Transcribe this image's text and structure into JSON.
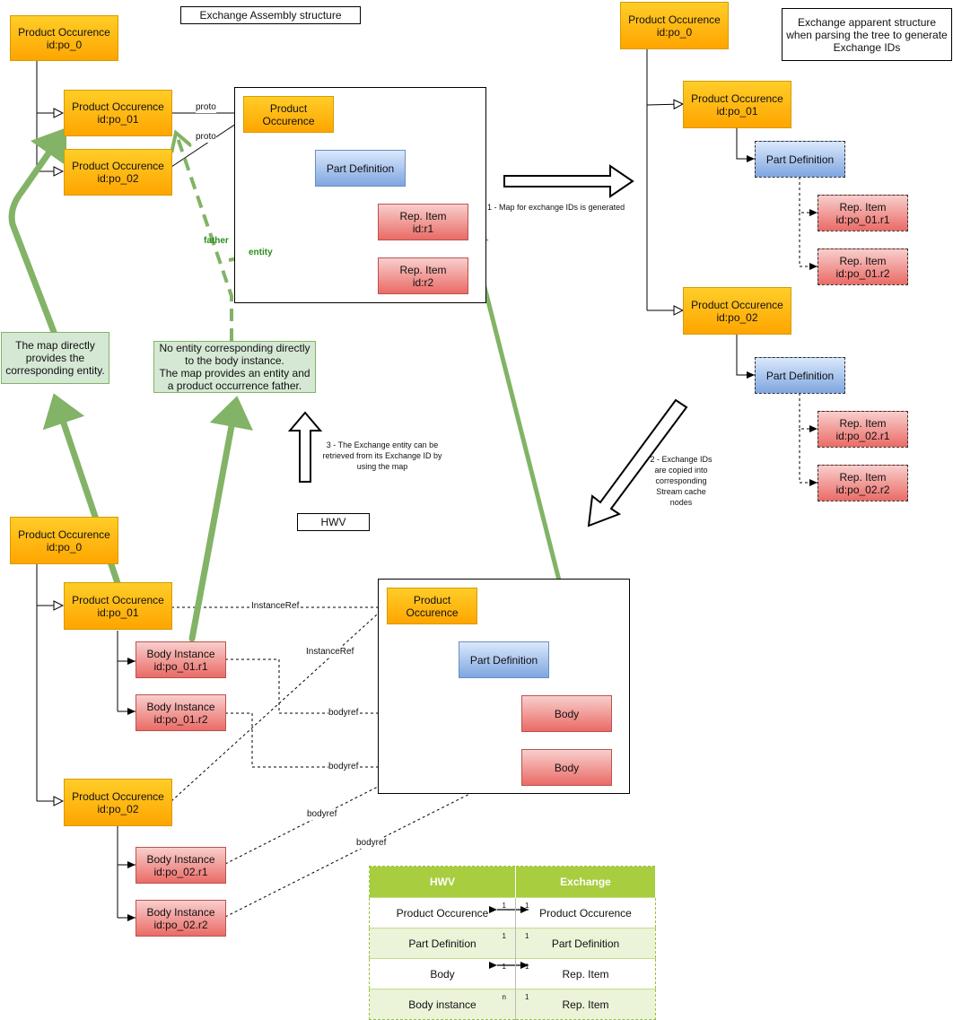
{
  "titles": {
    "assembly": "Exchange Assembly structure",
    "apparent": "Exchange apparent structure\nwhen parsing the tree to generate\nExchange IDs",
    "hwv": "HWV"
  },
  "nodes": {
    "top_po0": "Product Occurence\nid:po_0",
    "top_po01": "Product Occurence\nid:po_01",
    "top_po02": "Product Occurence\nid:po_02",
    "proto_po": "Product\nOccurence",
    "proto_pd": "Part Definition",
    "proto_r1": "Rep. Item\nid:r1",
    "proto_r2": "Rep. Item\nid:r2",
    "app_po0": "Product Occurence\nid:po_0",
    "app_po01": "Product Occurence\nid:po_01",
    "app_pd1": "Part Definition",
    "app_r011": "Rep. Item\nid:po_01.r1",
    "app_r012": "Rep. Item\nid:po_01.r2",
    "app_po02": "Product Occurence\nid:po_02",
    "app_pd2": "Part Definition",
    "app_r021": "Rep. Item\nid:po_02.r1",
    "app_r022": "Rep. Item\nid:po_02.r2",
    "hwv_po0": "Product Occurence\nid:po_0",
    "hwv_po01": "Product Occurence\nid:po_01",
    "hwv_bi011": "Body Instance\nid:po_01.r1",
    "hwv_bi012": "Body Instance\nid:po_01.r2",
    "hwv_po02": "Product Occurence\nid:po_02",
    "hwv_bi021": "Body Instance\nid:po_02.r1",
    "hwv_bi022": "Body Instance\nid:po_02.r2",
    "hwv_proto_po": "Product\nOccurence",
    "hwv_proto_pd": "Part Definition",
    "hwv_body1": "Body",
    "hwv_body2": "Body"
  },
  "notes": {
    "map_direct": "The map directly\nprovides the\ncorresponding entity.",
    "no_entity": "No entity corresponding directly\nto the body instance.\nThe map provides an entity and\na product occurrence father."
  },
  "edge_labels": {
    "proto1": "proto",
    "proto2": "proto",
    "father": "father",
    "entity": "entity",
    "step1": "1 - Map for exchange IDs is generated",
    "step2": "2 - Exchange IDs\nare copied into\ncorresponding\nStream cache\nnodes",
    "step3": "3 - The Exchange entity can be\nretrieved from its Exchange ID by\nusing the map",
    "instref1": "InstanceRef",
    "instref2": "InstanceRef",
    "bodyref1": "bodyref",
    "bodyref2": "bodyref",
    "bodyref3": "bodyref",
    "bodyref4": "bodyref"
  },
  "table": {
    "headers": [
      "HWV",
      "Exchange"
    ],
    "rows": [
      {
        "hwv": "Product Occurence",
        "exchange": "Product Occurence",
        "left_mult": "1",
        "right_mult": "1"
      },
      {
        "hwv": "Part Definition",
        "exchange": "Part Definition",
        "left_mult": "1",
        "right_mult": "1"
      },
      {
        "hwv": "Body",
        "exchange": "Rep. Item",
        "left_mult": "1",
        "right_mult": "1"
      },
      {
        "hwv": "Body instance",
        "exchange": "Rep. Item",
        "left_mult": "n",
        "right_mult": "1"
      }
    ]
  },
  "colors": {
    "green_arrow": "#82b366",
    "dashed_green": "#82b366",
    "orange": "#ffa500",
    "red": "#ea6b66",
    "blue": "#7ea6e0"
  }
}
